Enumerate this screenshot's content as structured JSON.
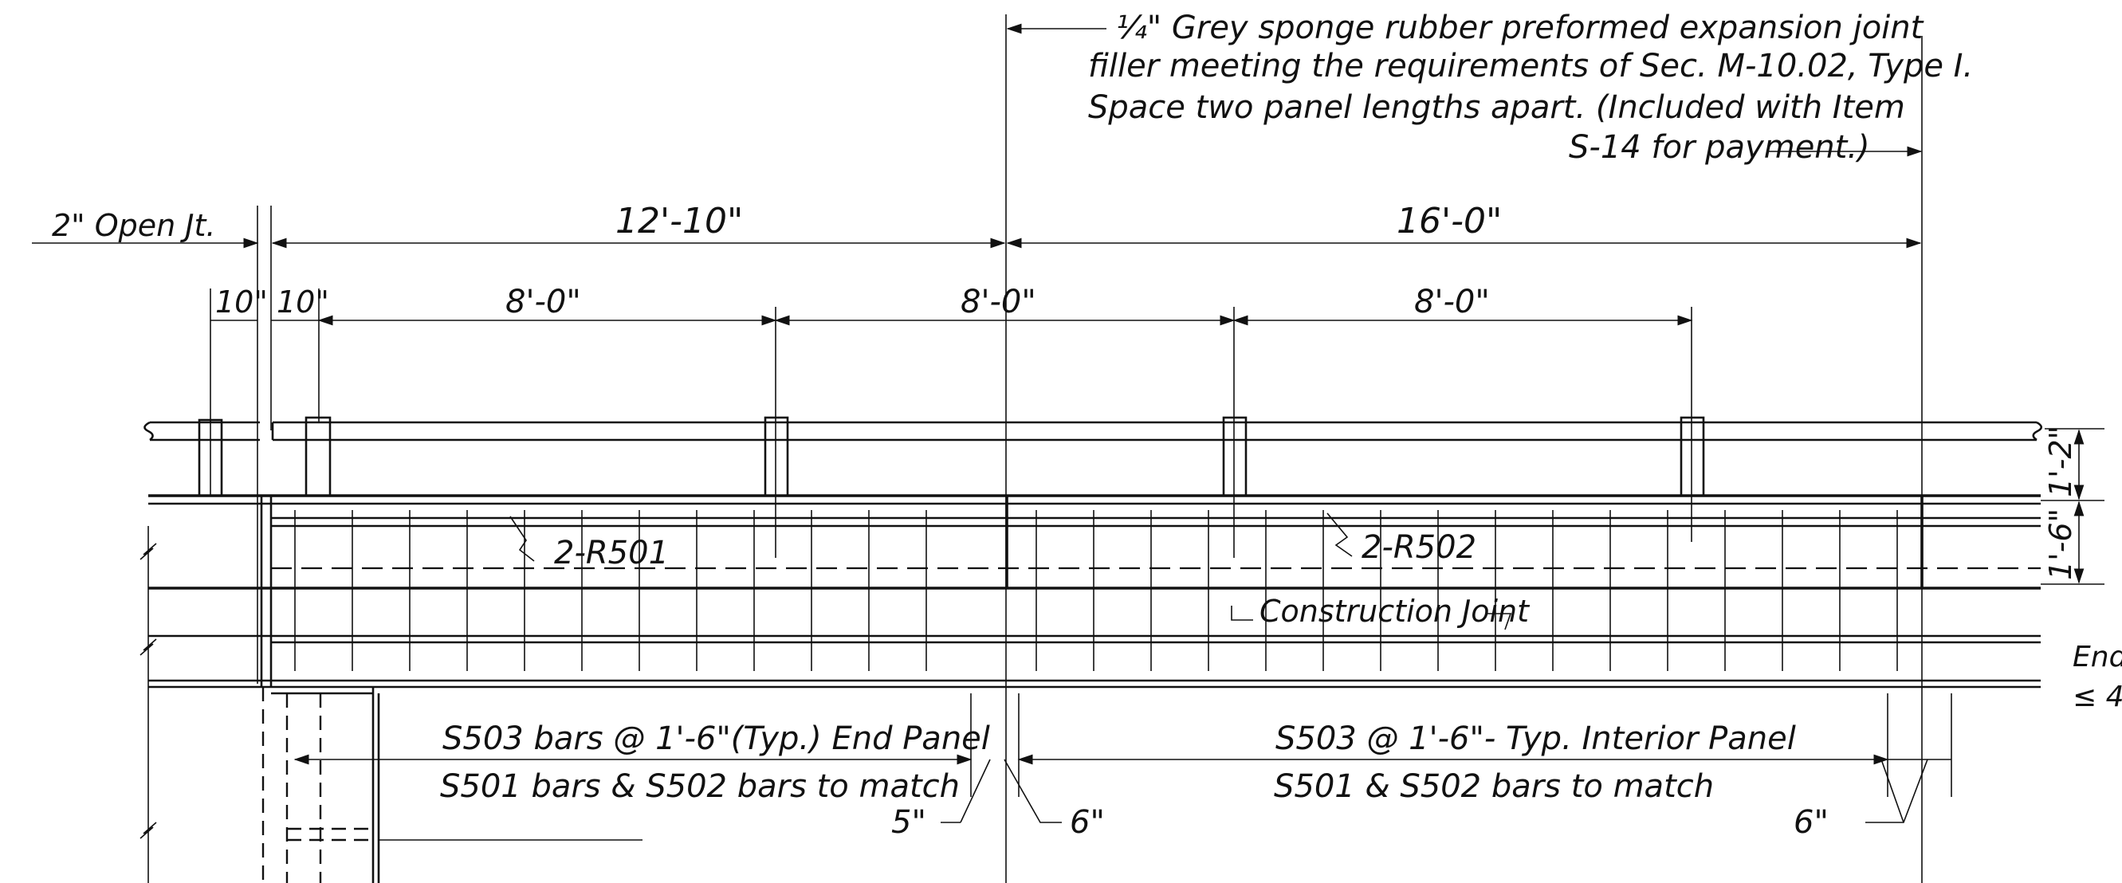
{
  "note": {
    "line1": "¼\" Grey sponge rubber preformed expansion joint",
    "line2": "filler meeting the requirements of Sec. M-10.02, Type I.",
    "line3": "Space two panel lengths apart. (Included with Item",
    "line4": "S-14 for payment.)"
  },
  "dimensions": {
    "open_joint": "2\" Open Jt.",
    "span_a": "12'-10\"",
    "span_b": "16'-0\"",
    "post_left": "10\"",
    "post_right": "10\"",
    "post_spacing_1": "8'-0\"",
    "post_spacing_2": "8'-0\"",
    "post_spacing_3": "8'-0\"",
    "height_upper": "1'-2\"",
    "height_lower": "1'-6\"",
    "offset_5": "5\"",
    "offset_6a": "6\"",
    "offset_6b": "6\""
  },
  "rebar": {
    "bar_1": "2-R501",
    "bar_2": "2-R502",
    "construction_joint": "Construction Joint"
  },
  "panels": {
    "end_line1": "S503 bars @ 1'-6\"(Typ.) End Panel",
    "end_line2": "S501 bars & S502 bars to match",
    "interior_line1": "S503 @ 1'-6\"- Typ. Interior Panel",
    "interior_line2": "S501 & S502 bars to match"
  },
  "edge_note": {
    "line1": "End",
    "line2": "≤ 4"
  }
}
